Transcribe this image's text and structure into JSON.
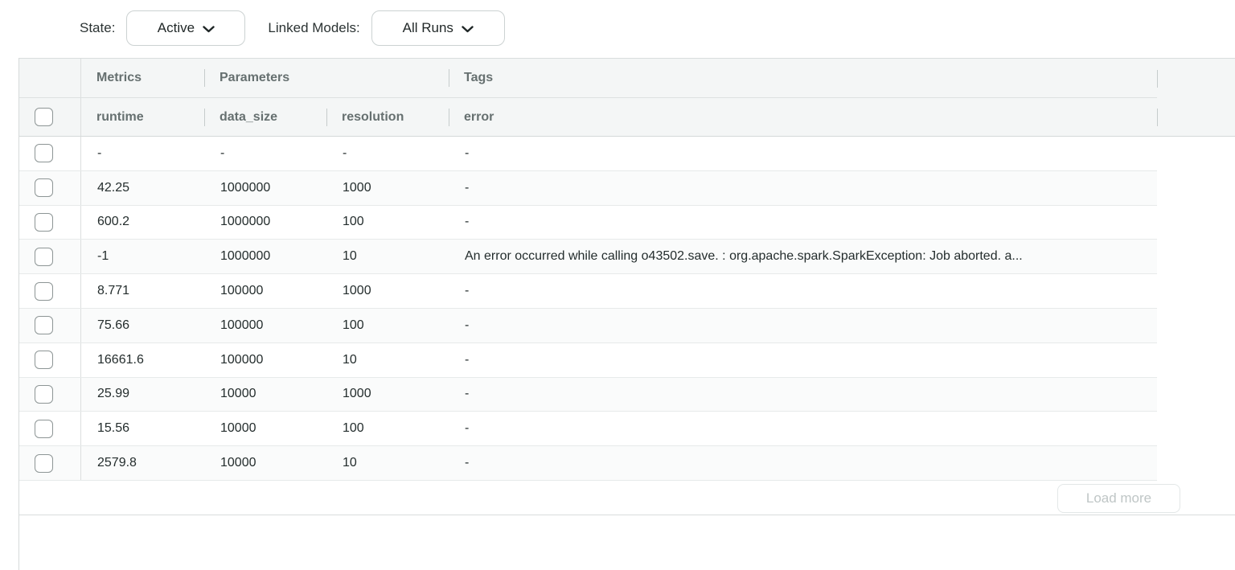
{
  "filters": {
    "state_label": "State:",
    "state_value": "Active",
    "linked_models_label": "Linked Models:",
    "linked_models_value": "All Runs"
  },
  "table": {
    "group_headers": {
      "metrics": "Metrics",
      "parameters": "Parameters",
      "tags": "Tags"
    },
    "columns": {
      "runtime": "runtime",
      "data_size": "data_size",
      "resolution": "resolution",
      "error": "error"
    },
    "rows": [
      [
        "-",
        "-",
        "-",
        "-"
      ],
      [
        "42.25",
        "1000000",
        "1000",
        "-"
      ],
      [
        "600.2",
        "1000000",
        "100",
        "-"
      ],
      [
        "-1",
        "1000000",
        "10",
        "An error occurred while calling o43502.save. : org.apache.spark.SparkException: Job aborted. a..."
      ],
      [
        "8.771",
        "100000",
        "1000",
        "-"
      ],
      [
        "75.66",
        "100000",
        "100",
        "-"
      ],
      [
        "16661.6",
        "100000",
        "10",
        "-"
      ],
      [
        "25.99",
        "10000",
        "1000",
        "-"
      ],
      [
        "15.56",
        "10000",
        "100",
        "-"
      ],
      [
        "2579.8",
        "10000",
        "10",
        "-"
      ]
    ],
    "load_more_label": "Load more"
  },
  "colors": {
    "header_bg": "#f4f6f6",
    "border": "#d6dada",
    "row_divider": "#e7eaea",
    "zebra_row_bg": "#fafbfb",
    "header_text": "#667070",
    "body_text": "#242d2d",
    "disabled_text": "#bfc6c6"
  }
}
